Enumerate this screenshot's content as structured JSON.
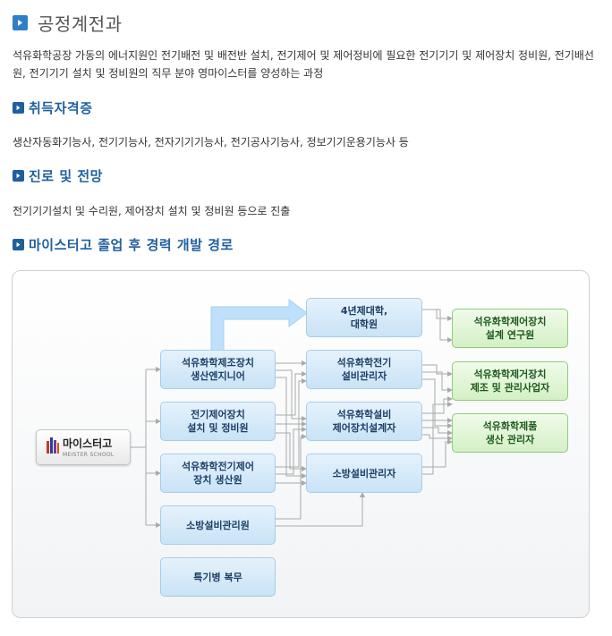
{
  "page": {
    "title": "공정계전과",
    "description": "석유화학공장 가동의 에너지원인 전기배전 및 배전반 설치, 전기제어 및 제어정비에 필요한 전기기기 및 제어장치 정비원, 전기배선원, 전기기기 설치 및 정비원의 직무 분야 영마이스터를 양성하는 과정"
  },
  "sections": {
    "certificates": {
      "title": "취득자격증",
      "text": "생산자동화기능사, 전기기능사, 전자기기기능사, 전기공사기능사, 정보기기운용기능사 등"
    },
    "career": {
      "title": "진로 및 전망",
      "text": "전기기기설치 및 수리원, 제어장치 설치 및 정비원 등으로 진출"
    },
    "path": {
      "title": "마이스터고 졸업 후 경력 개발 경로"
    }
  },
  "logo": {
    "main": "마이스터고",
    "sub": "MEISTER SCHOOL"
  },
  "diagram": {
    "col1": [
      "석유화학제조장치\n생산엔지니어",
      "전기제어장치\n설치 및 정비원",
      "석유화학전기제어\n장치 생산원",
      "소방설비관리원",
      "특기병 복무"
    ],
    "col2": [
      "4년제대학,\n대학원",
      "석유화학전기\n설비관리자",
      "석유화학설비\n제어장치설계자",
      "소방설비관리자"
    ],
    "col3": [
      "석유화학제어장치\n설계 연구원",
      "석유화학제거장치\n제조 및 관리사업자",
      "석유화학제품\n생산 관리자"
    ]
  },
  "colors": {
    "accent": "#2e7fc7",
    "section": "#1f5f9e",
    "node_blue": "#c9e3f6",
    "node_green": "#d4f0c6",
    "arrow_big": "#bfe0fa"
  }
}
